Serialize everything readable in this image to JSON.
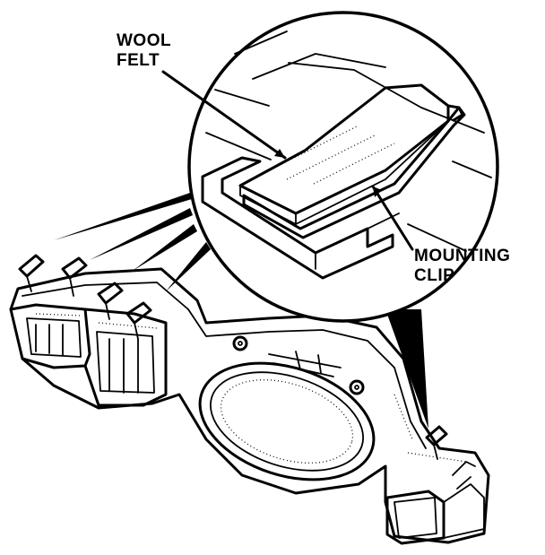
{
  "callouts": {
    "wool_felt": {
      "line1": "WOOL",
      "line2": "FELT"
    },
    "mounting_clip": {
      "line1": "MOUNTING",
      "line2": "CLIP"
    }
  },
  "colors": {
    "ink": "#000000",
    "background": "#ffffff"
  }
}
